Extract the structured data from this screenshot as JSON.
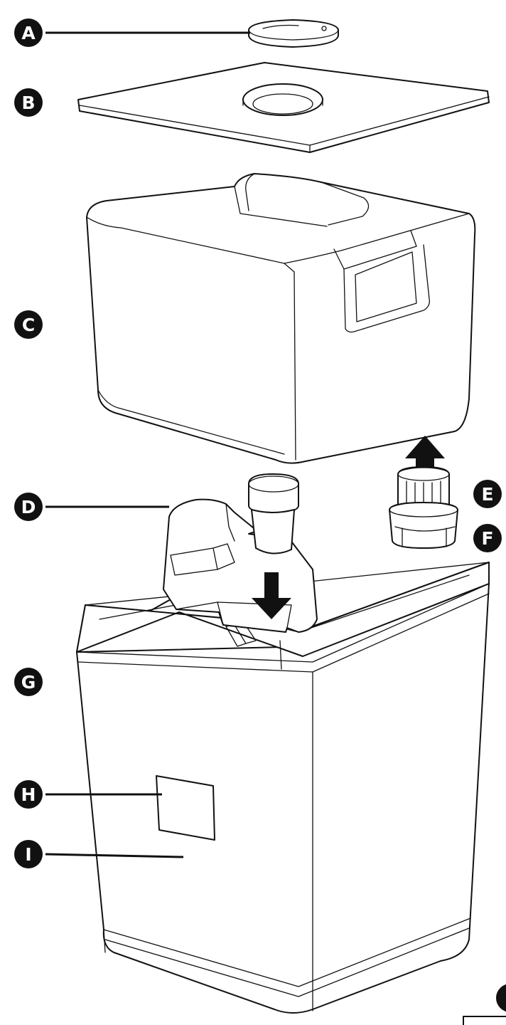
{
  "labels": {
    "a": "A",
    "b": "B",
    "c": "C",
    "d": "D",
    "e": "E",
    "f": "F",
    "g": "G",
    "h": "H",
    "i": "I"
  },
  "colors": {
    "ink": "#111111",
    "paper": "#ffffff"
  }
}
